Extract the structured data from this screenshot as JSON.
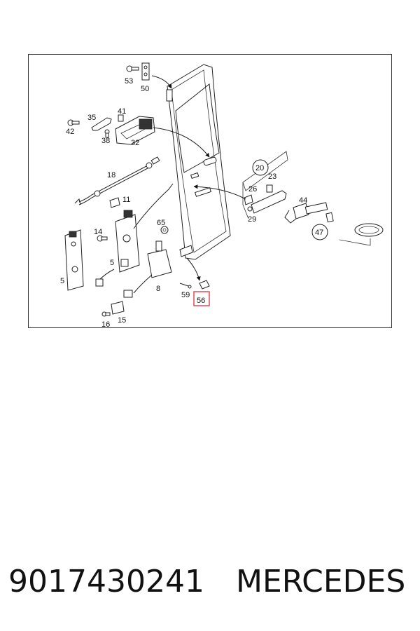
{
  "diagram": {
    "callouts": {
      "c53": "53",
      "c50": "50",
      "c35": "35",
      "c41": "41",
      "c42": "42",
      "c38": "38",
      "c32": "32",
      "c18": "18",
      "c11": "11",
      "c14": "14",
      "c65": "65",
      "c5a": "5",
      "c5b": "5",
      "c8": "8",
      "c16": "16",
      "c15": "15",
      "c59": "59",
      "c56": "56",
      "c20": "20",
      "c23": "23",
      "c26": "26",
      "c29": "29",
      "c44": "44",
      "c47": "47"
    },
    "highlight_color": "#e0202a"
  },
  "footer": {
    "part_number": "9017430241",
    "brand": "MERCEDES"
  }
}
